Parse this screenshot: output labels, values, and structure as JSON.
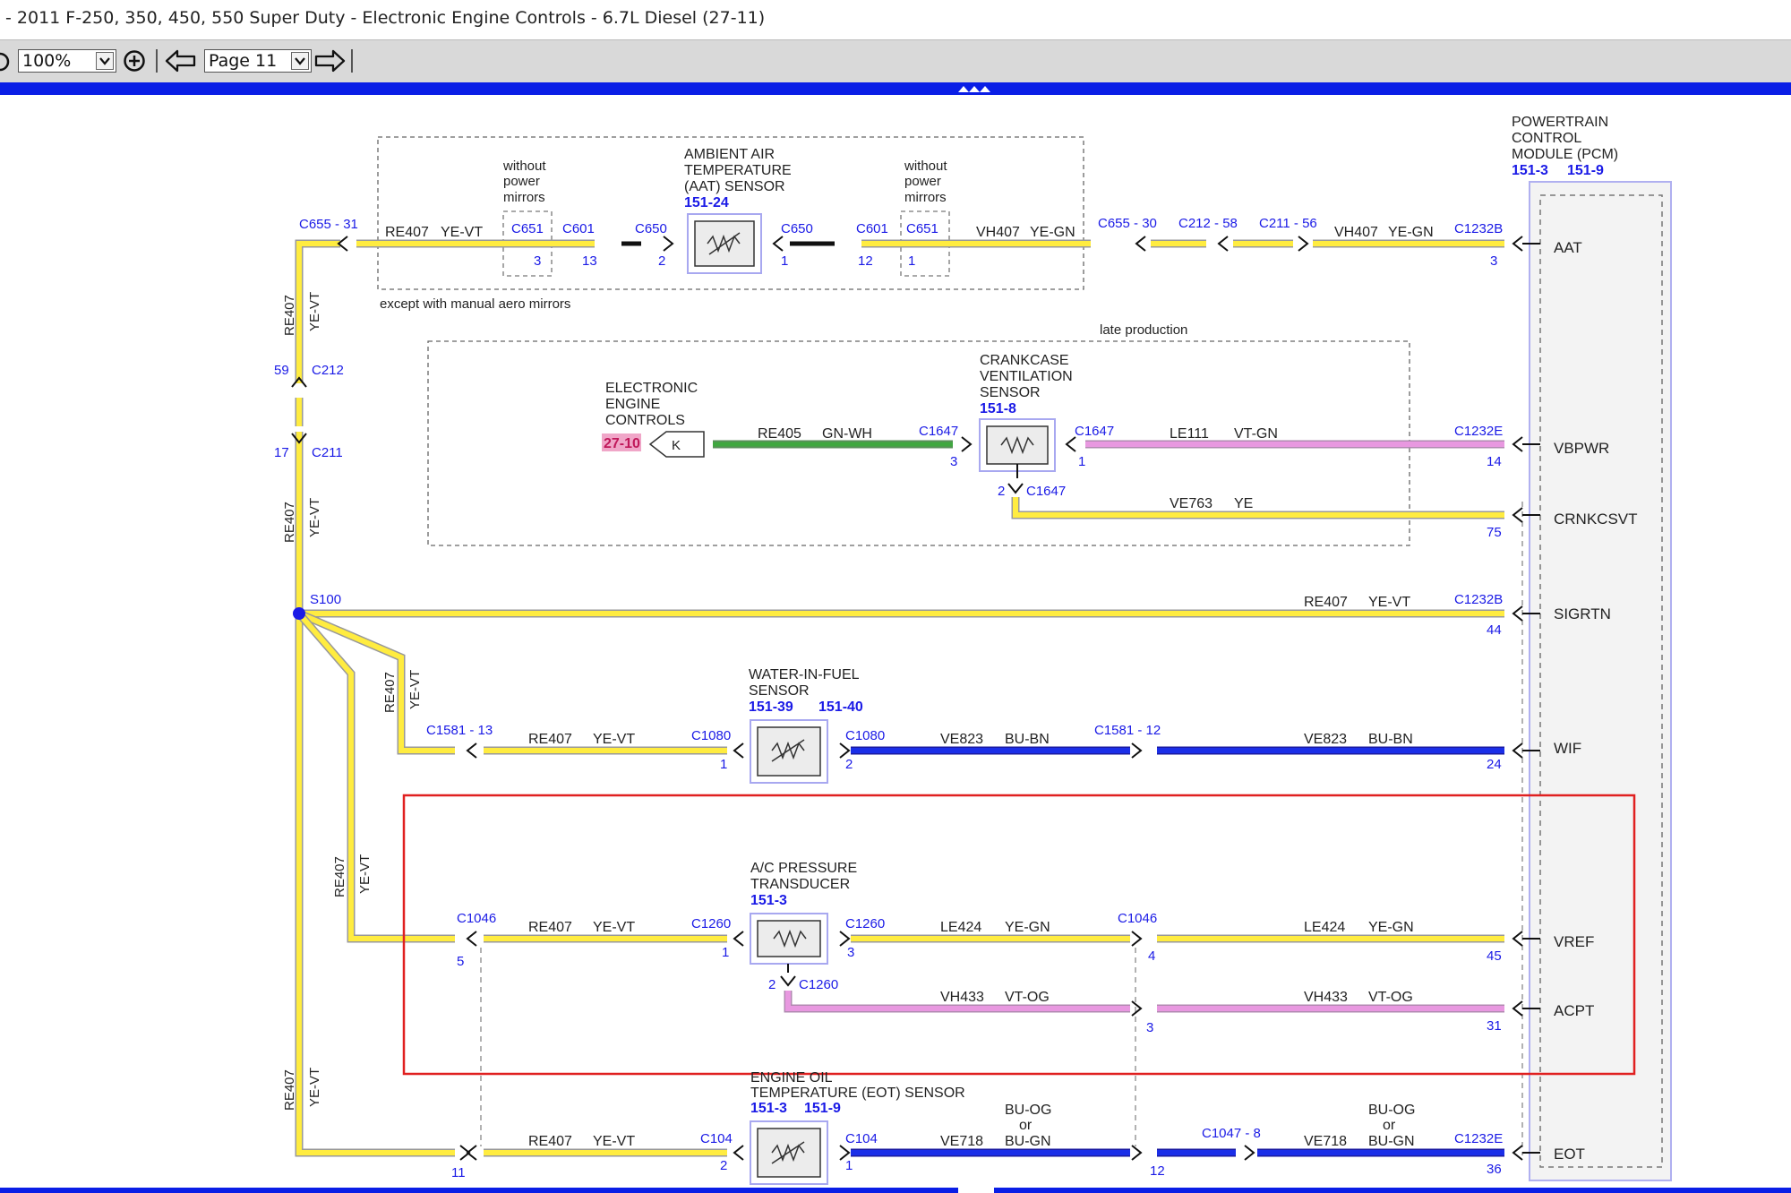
{
  "window": {
    "title": "- 2011 F-250, 350, 450, 550 Super Duty - Electronic Engine Controls - 6.7L Diesel (27-11)"
  },
  "toolbar": {
    "zoom_value": "100%",
    "page_value": "Page 11"
  },
  "diagram": {
    "pcm": {
      "title1": "POWERTRAIN",
      "title2": "CONTROL",
      "title3": "MODULE (PCM)",
      "ref1": "151-3",
      "ref2": "151-9"
    },
    "pcm_pins": [
      {
        "label": "AAT"
      },
      {
        "label": "VBPWR"
      },
      {
        "label": "CRNKCSVT"
      },
      {
        "label": "SIGRTN"
      },
      {
        "label": "WIF"
      },
      {
        "label": "VREF"
      },
      {
        "label": "ACPT"
      },
      {
        "label": "EOT"
      }
    ],
    "aat": {
      "name1": "AMBIENT AIR",
      "name2": "TEMPERATURE",
      "name3": "(AAT) SENSOR",
      "ref": "151-24",
      "without1": "without",
      "without2": "power",
      "without3": "mirrors",
      "except": "except with manual aero mirrors",
      "c655_31": "C655 - 31",
      "circuit": "RE407",
      "color": "YE-VT",
      "c651a": "C651",
      "pin3": "3",
      "c601a": "C601",
      "pin13": "13",
      "c650a": "C650",
      "pin2": "2",
      "c650b": "C650",
      "pin1": "1",
      "c601b": "C601",
      "pin12": "12",
      "c651b": "C651",
      "pin1b": "1",
      "circuit2": "VH407",
      "color2": "YE-GN",
      "c655_30": "C655 - 30",
      "c212_58": "C212 - 58",
      "c211_56": "C211 - 56",
      "circuit3": "VH407",
      "color3": "YE-GN",
      "c1232b": "C1232B",
      "pcm_pin": "3"
    },
    "left_trunk": {
      "re407": "RE407",
      "yevt": "YE-VT",
      "c212": "C212",
      "c212_pin": "59",
      "c211": "C211",
      "c211_pin": "17",
      "s100": "S100"
    },
    "crankcase": {
      "late": "late production",
      "name1": "CRANKCASE",
      "name2": "VENTILATION",
      "name3": "SENSOR",
      "ref": "151-8",
      "eec1": "ELECTRONIC",
      "eec2": "ENGINE",
      "eec3": "CONTROLS",
      "eec_ref": "27-10",
      "eec_pin": "K",
      "circuit1": "RE405",
      "color1": "GN-WH",
      "c1647a": "C1647",
      "pin3": "3",
      "c1647b": "C1647",
      "pin1": "1",
      "circuit2": "LE111",
      "color2": "VT-GN",
      "c1232e": "C1232E",
      "pcm_pin14": "14",
      "pin2": "2",
      "c1647c": "C1647",
      "circuit3": "VE763",
      "color3": "YE",
      "pcm_pin75": "75"
    },
    "sigrtn": {
      "circuit": "RE407",
      "color": "YE-VT",
      "conn": "C1232B",
      "pin": "44"
    },
    "wif": {
      "name1": "WATER-IN-FUEL",
      "name2": "SENSOR",
      "ref1": "151-39",
      "ref2": "151-40",
      "branch_circuit": "RE407",
      "branch_color": "YE-VT",
      "c1581_13": "C1581 - 13",
      "circuit1": "RE407",
      "color1": "YE-VT",
      "c1080a": "C1080",
      "pin1": "1",
      "c1080b": "C1080",
      "pin2": "2",
      "circuit2": "VE823",
      "color2": "BU-BN",
      "c1581_12": "C1581 - 12",
      "circuit3": "VE823",
      "color3": "BU-BN",
      "pcm_pin": "24"
    },
    "ac": {
      "name1": "A/C PRESSURE",
      "name2": "TRANSDUCER",
      "ref": "151-3",
      "branch_circuit": "RE407",
      "branch_color": "YE-VT",
      "c1046a": "C1046",
      "pin5": "5",
      "circuit1": "RE407",
      "color1": "YE-VT",
      "c1260a": "C1260",
      "pin1": "1",
      "c1260b": "C1260",
      "pin3": "3",
      "circuit2": "LE424",
      "color2": "YE-GN",
      "c1046b": "C1046",
      "pin4": "4",
      "circuit3": "LE424",
      "color3": "YE-GN",
      "pcm_pin45": "45",
      "pin2": "2",
      "c1260c": "C1260",
      "circuit4": "VH433",
      "color4": "VT-OG",
      "circuit5": "VH433",
      "color5": "VT-OG",
      "pin3b": "3",
      "pcm_pin31": "31"
    },
    "eot": {
      "name1": "ENGINE OIL",
      "name2": "TEMPERATURE (EOT) SENSOR",
      "ref1": "151-3",
      "ref2": "151-9",
      "branch_circuit": "RE407",
      "branch_color": "YE-VT",
      "pin11": "11",
      "circuit1": "RE407",
      "color1": "YE-VT",
      "c104a": "C104",
      "pin2": "2",
      "c104b": "C104",
      "pin1": "1",
      "circuit2": "VE718",
      "alt_a1": "BU-OG",
      "alt_a2": "or",
      "alt_a3": "BU-GN",
      "c1047_8": "C1047 - 8",
      "pin12": "12",
      "circuit3": "VE718",
      "alt_b1": "BU-OG",
      "alt_b2": "or",
      "alt_b3": "BU-GN",
      "c1232e": "C1232E",
      "pcm_pin": "36"
    }
  }
}
